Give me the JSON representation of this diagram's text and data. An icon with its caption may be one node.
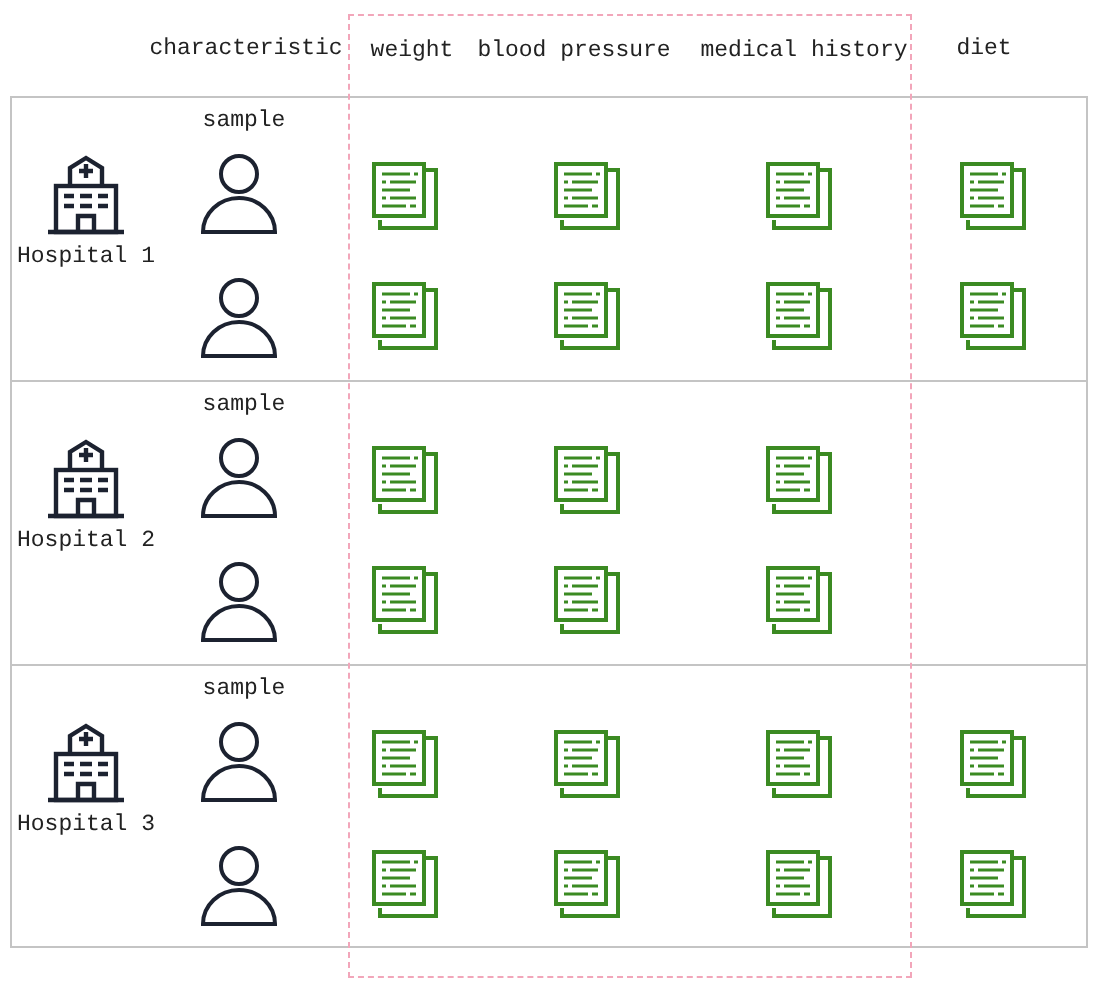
{
  "diagram": {
    "nodes": [
      {
        "text": [
          "weight",
          "blood pressure",
          "medical history"
        ]
      },
      {
        "text": [
          "Hospital 1",
          "sample"
        ]
      },
      {
        "text": [
          "Hospital 2",
          "sample"
        ]
      },
      {
        "text": [
          "Hospital 3",
          "sample"
        ]
      }
    ],
    "labels": [
      "characteristic",
      "diet"
    ]
  }
}
